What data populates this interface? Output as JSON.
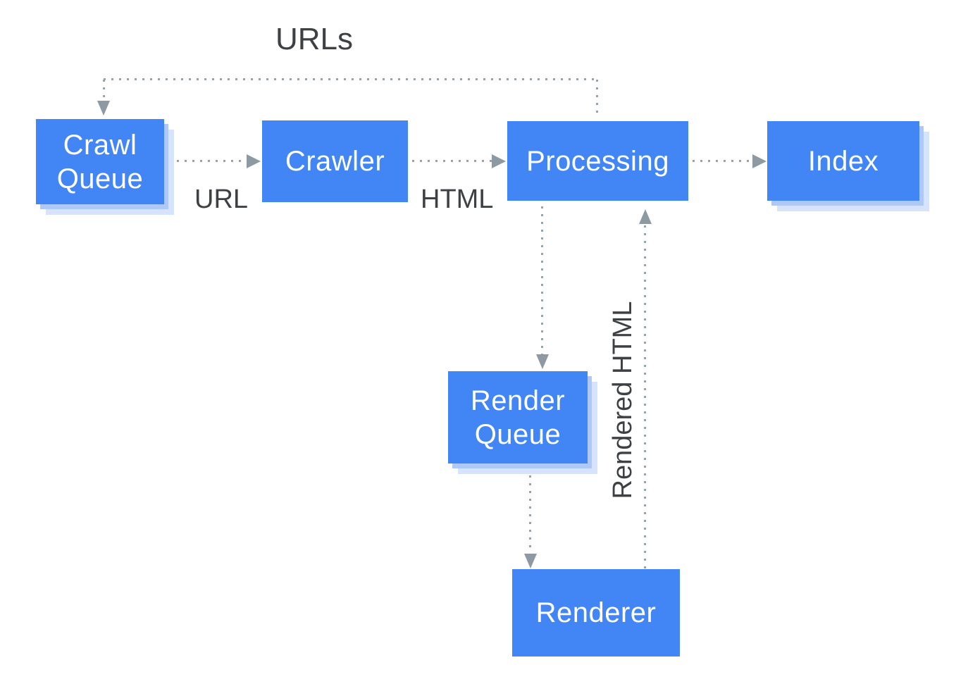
{
  "diagram": {
    "nodes": {
      "crawl_queue": {
        "label": "Crawl Queue"
      },
      "crawler": {
        "label": "Crawler"
      },
      "processing": {
        "label": "Processing"
      },
      "index": {
        "label": "Index"
      },
      "render_queue": {
        "label": "Render Queue"
      },
      "renderer": {
        "label": "Renderer"
      }
    },
    "edge_labels": {
      "urls": "URLs",
      "url": "URL",
      "html": "HTML",
      "rendered_html": "Rendered HTML"
    },
    "colors": {
      "node_fill": "#4285f4",
      "node_text": "#ffffff",
      "shadow_inner": "#aec9f7",
      "shadow_outer": "#d7e3fc",
      "connector": "#97a3ab",
      "arrowhead": "#8d99a3",
      "label_text": "#3e4144",
      "canvas_bg": "#ffffff"
    }
  }
}
